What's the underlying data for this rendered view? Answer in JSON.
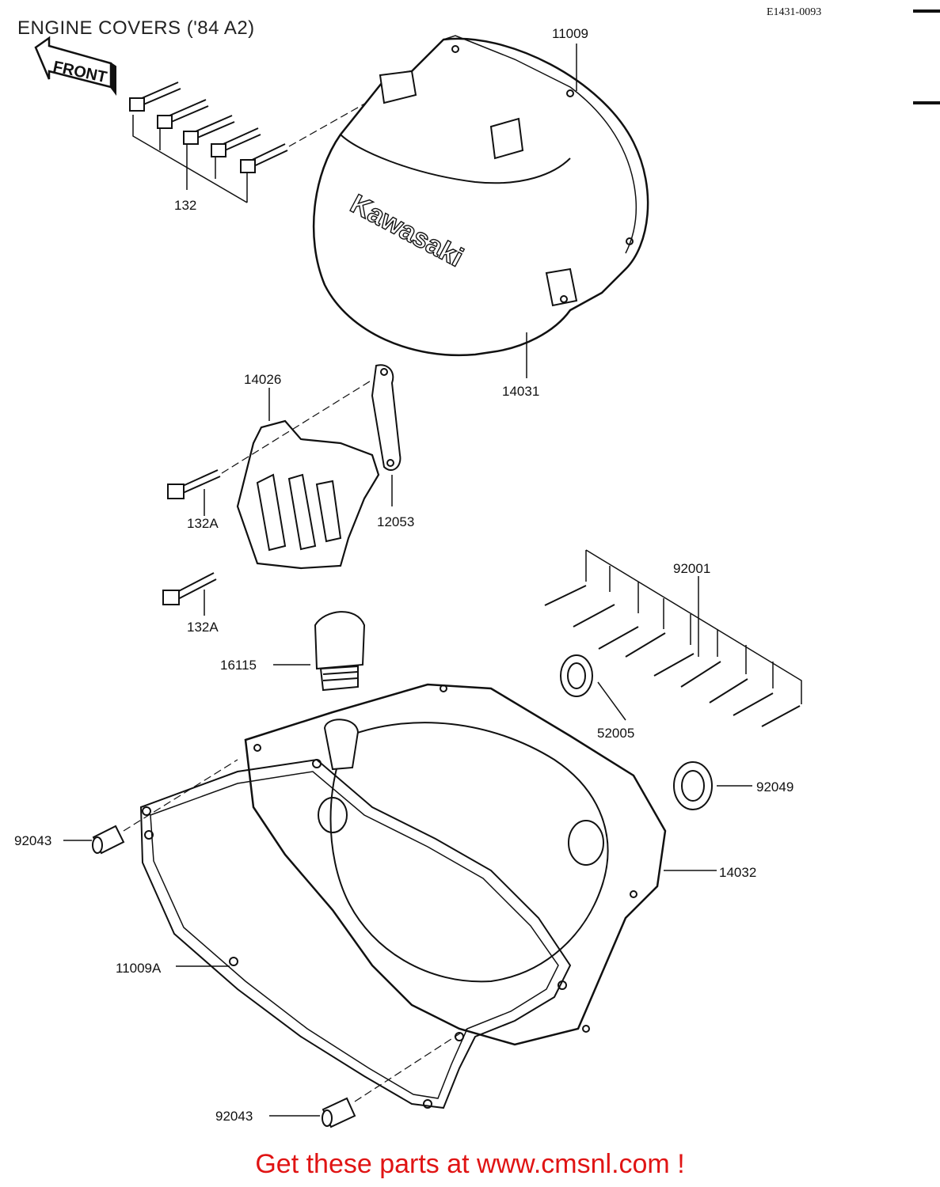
{
  "header": {
    "title": "ENGINE COVERS ('84 A2)",
    "diagram_code": "E1431-0093"
  },
  "orientation": {
    "front_label": "FRONT",
    "arrow_icon": "front-arrow-icon"
  },
  "cover_brand": "Kawasaki",
  "parts": {
    "p11009": "11009",
    "p132": "132",
    "p14031": "14031",
    "p14026": "14026",
    "p132A_1": "132A",
    "p12053": "12053",
    "p132A_2": "132A",
    "p92001": "92001",
    "p16115": "16115",
    "p52005": "52005",
    "p92049": "92049",
    "p92043_1": "92043",
    "p14032": "14032",
    "p11009A": "11009A",
    "p92043_2": "92043"
  },
  "footer": {
    "cta": "Get these parts at www.cmsnl.com !"
  },
  "colors": {
    "line": "#111111",
    "cta": "#e01414",
    "background": "#ffffff"
  }
}
